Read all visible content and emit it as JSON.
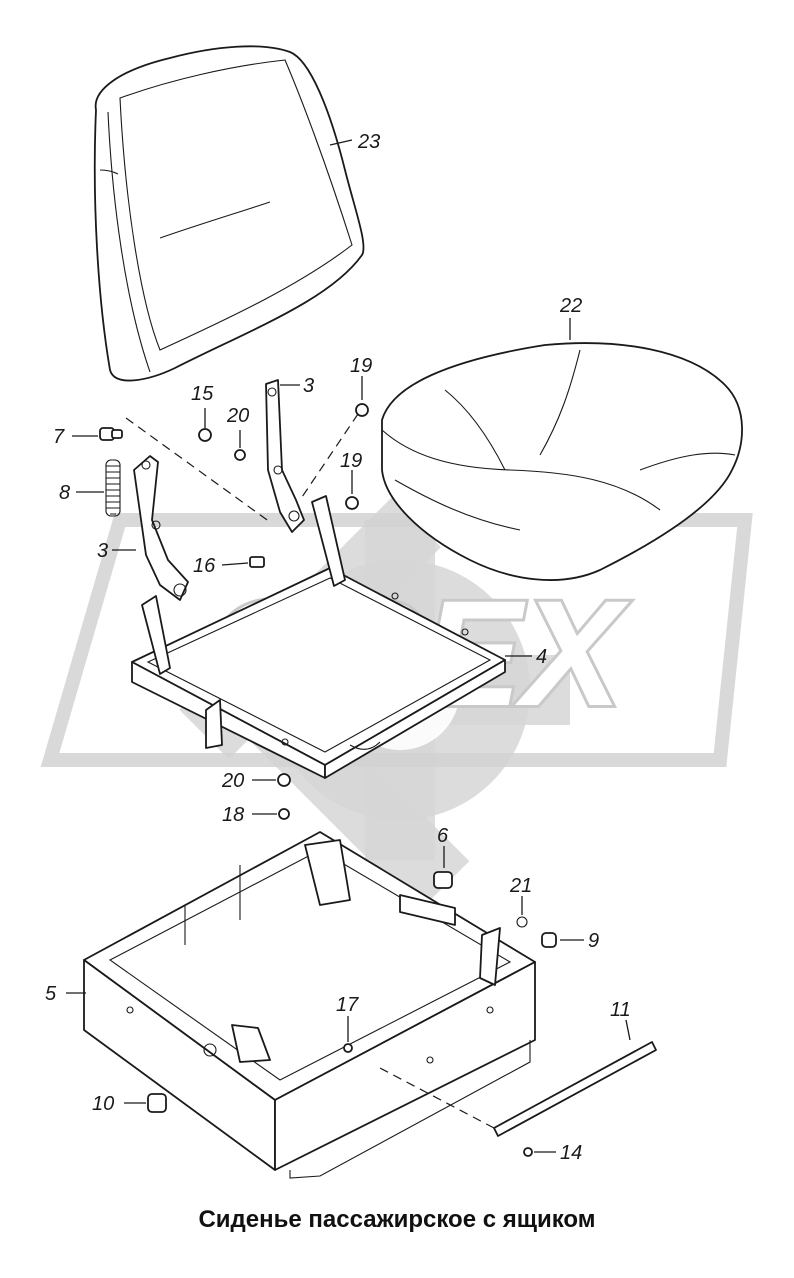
{
  "caption": "Сиденье пассажирское с ящиком",
  "watermark": {
    "text": "OPEX",
    "color": "#d6d6d6"
  },
  "callouts": [
    {
      "id": "23",
      "label": "23"
    },
    {
      "id": "22",
      "label": "22"
    },
    {
      "id": "15",
      "label": "15"
    },
    {
      "id": "3a",
      "label": "3"
    },
    {
      "id": "19a",
      "label": "19"
    },
    {
      "id": "20a",
      "label": "20"
    },
    {
      "id": "7",
      "label": "7"
    },
    {
      "id": "19b",
      "label": "19"
    },
    {
      "id": "8",
      "label": "8"
    },
    {
      "id": "3b",
      "label": "3"
    },
    {
      "id": "16",
      "label": "16"
    },
    {
      "id": "4",
      "label": "4"
    },
    {
      "id": "20b",
      "label": "20"
    },
    {
      "id": "18",
      "label": "18"
    },
    {
      "id": "6",
      "label": "6"
    },
    {
      "id": "21",
      "label": "21"
    },
    {
      "id": "9",
      "label": "9"
    },
    {
      "id": "5",
      "label": "5"
    },
    {
      "id": "17",
      "label": "17"
    },
    {
      "id": "11",
      "label": "11"
    },
    {
      "id": "10",
      "label": "10"
    },
    {
      "id": "14",
      "label": "14"
    }
  ]
}
